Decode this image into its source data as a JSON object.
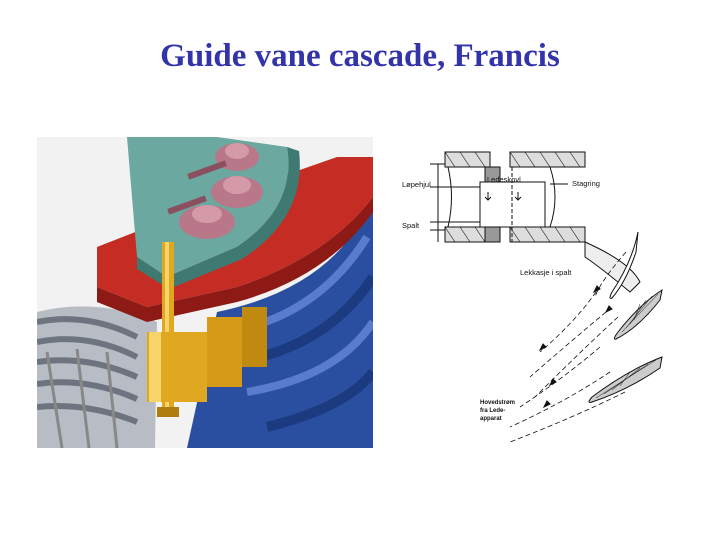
{
  "slide": {
    "title": "Guide vane cascade, Francis"
  },
  "diagram": {
    "labels": {
      "lopehjul": "Løpehjul",
      "ledeskovl": "Ledeskovl",
      "stagring": "Stagring",
      "spalt": "Spalt",
      "lekkasje": "Lekkasje i spalt",
      "hovedstrom_1": "Hovedstrøm",
      "hovedstrom_2": "fra Lede-",
      "hovedstrom_3": "apparat"
    }
  },
  "colors": {
    "title": "#3333aa",
    "runner_blue": "#2b4fa0",
    "cover_red": "#c42c24",
    "gold": "#e0a820",
    "teal": "#6aa8a0",
    "mauve": "#b8788a"
  }
}
